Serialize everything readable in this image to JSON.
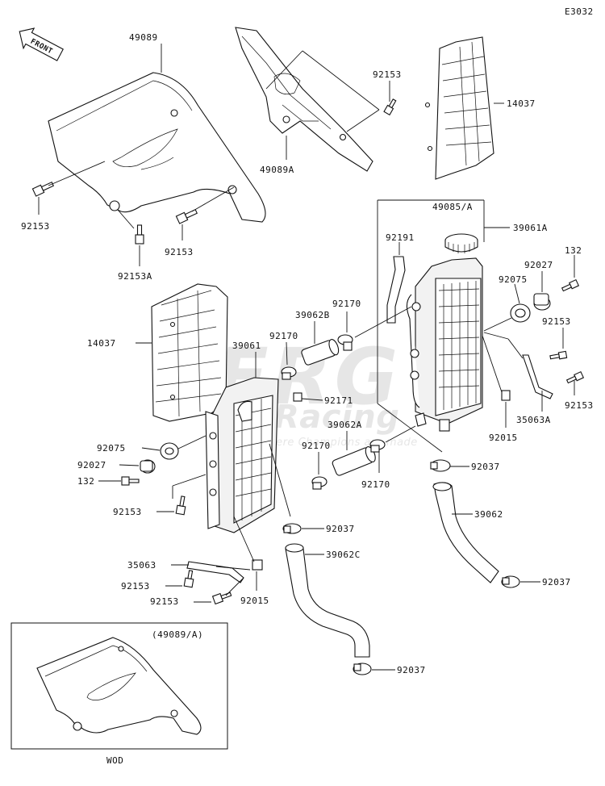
{
  "diagram_id": "E3032",
  "front_arrow_label": "FRONT",
  "watermark": {
    "brand_line1": "BERG",
    "brand_line2": "Racing",
    "tagline": "Where Champions are made"
  },
  "inset": {
    "title": "(49089/A)",
    "caption": "WOD"
  },
  "parts": {
    "p49089": "49089",
    "p49089a": "49089A",
    "p92153_top": "92153",
    "p14037_top": "14037",
    "p92153_l1": "92153",
    "p92153a": "92153A",
    "p92153_l2": "92153",
    "p49085a": "49085/A",
    "p39061a": "39061A",
    "p92191": "92191",
    "p132_r": "132",
    "p92027_r": "92027",
    "p92075_r": "92075",
    "p92153_r1": "92153",
    "p92153_r2": "92153",
    "p35063a": "35063A",
    "p92015_r": "92015",
    "p92170_a": "92170",
    "p39062b": "39062B",
    "p92170_b": "92170",
    "p14037_left": "14037",
    "p39061": "39061",
    "p92171": "92171",
    "p39062a": "39062A",
    "p92170_c": "92170",
    "p92170_d": "92170",
    "p92075_l": "92075",
    "p92027_l": "92027",
    "p132_l": "132",
    "p92153_l3": "92153",
    "p92037_a": "92037",
    "p92037_b": "92037",
    "p39062": "39062",
    "p92037_c": "92037",
    "p35063": "35063",
    "p39062c": "39062C",
    "p92153_l4": "92153",
    "p92153_l5": "92153",
    "p92015_l": "92015",
    "p92037_d": "92037"
  }
}
